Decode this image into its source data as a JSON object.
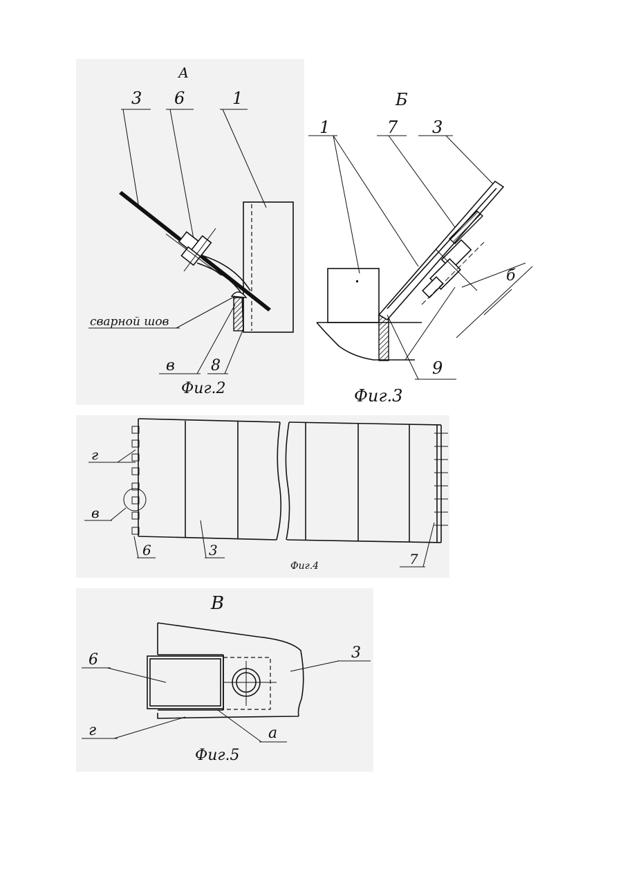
{
  "figures": {
    "fig2": {
      "view_label": "А",
      "caption": "Фиг.2",
      "labels": {
        "l3": "3",
        "l6": "6",
        "l1": "1",
        "weld": "сварной шов",
        "lv": "в",
        "l8": "8"
      }
    },
    "fig3": {
      "view_label": "Б",
      "caption": "Фиг.3",
      "labels": {
        "l1": "1",
        "l7": "7",
        "l3": "3",
        "delta": "б",
        "l9": "9"
      }
    },
    "fig4": {
      "caption": "Фиг.4",
      "labels": {
        "lg": "г",
        "lv": "в",
        "l6": "6",
        "l3": "3",
        "l7": "7"
      }
    },
    "fig5": {
      "view_label": "В",
      "caption": "Фиг.5",
      "labels": {
        "l6": "6",
        "l3": "3",
        "lg": "г",
        "la": "а"
      }
    }
  }
}
